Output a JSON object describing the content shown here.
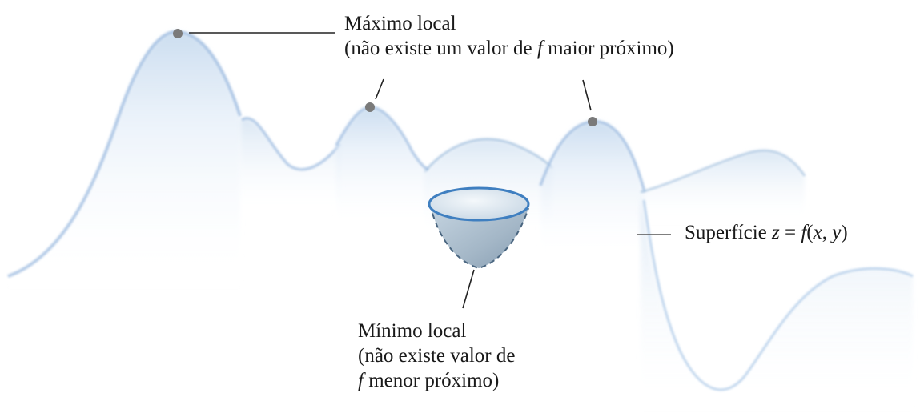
{
  "local_max_label": {
    "line1": "Máximo local",
    "line2_pre": "(não existe um valor de ",
    "line2_f": "f",
    "line2_post": " maior próximo)"
  },
  "local_min_label": {
    "line1": "Mínimo local",
    "line2": "(não existe valor de",
    "line3_f": "f",
    "line3_post": " menor próximo)"
  },
  "surface_label": {
    "word": "Superfície",
    "z": "z",
    "eq": " = ",
    "f": "f",
    "open": "(",
    "x": "x",
    "comma": ", ",
    "y": "y",
    "close": ")"
  },
  "colors": {
    "surface_edge": "#8fb3d9",
    "surface_fill": "#dce9f6",
    "bowl_rim": "#3f7fc0",
    "bowl_body": "#9fb6c9",
    "point": "#7a7a7a",
    "leader": "#222222"
  }
}
